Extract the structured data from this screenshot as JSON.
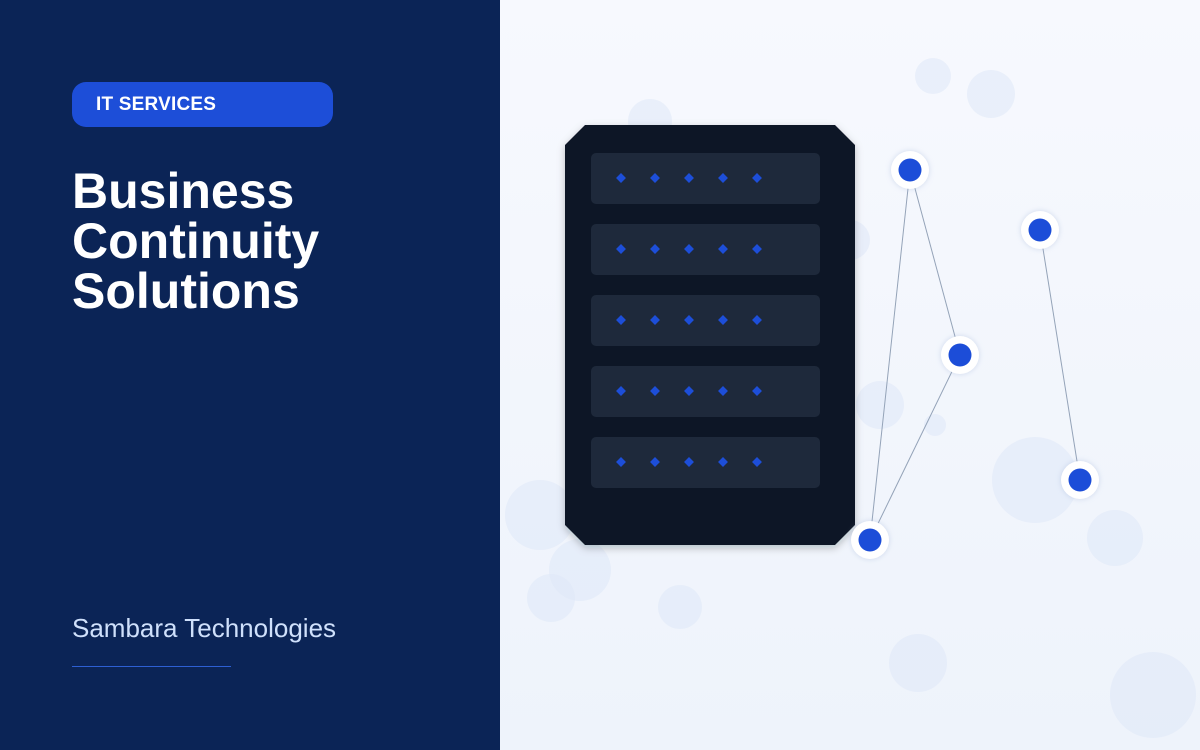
{
  "badge": {
    "label": "IT SERVICES"
  },
  "headline": {
    "lines": [
      "Business",
      "Continuity",
      "Solutions"
    ]
  },
  "company": {
    "name": "Sambara Technologies"
  },
  "colors": {
    "panel": "#0b2456",
    "accent": "#1d4ed8",
    "server_body": "#0f1828",
    "server_slot": "#1e293b",
    "node": "#1d4ed8",
    "link": "#94a3b8"
  },
  "illustration": {
    "server": {
      "slot_count": 5,
      "leds_per_slot": 5
    },
    "network": {
      "node_count": 5
    }
  }
}
